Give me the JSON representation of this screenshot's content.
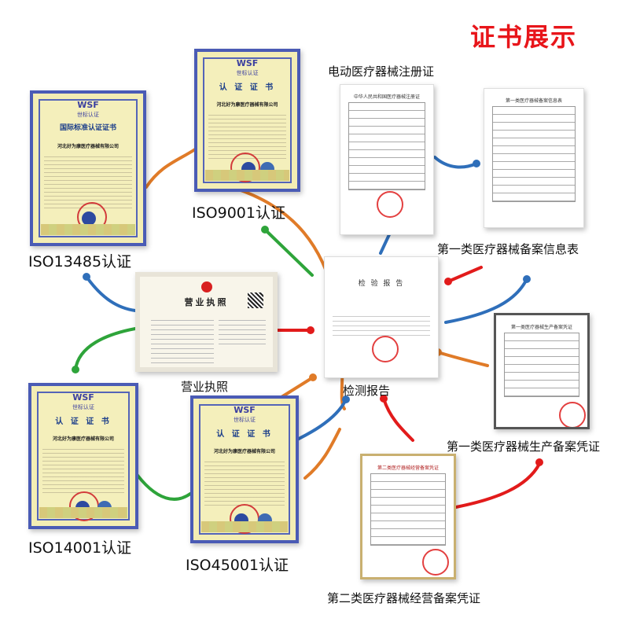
{
  "heading": "证书展示",
  "labels": {
    "iso9001": "ISO9001认证",
    "iso13485": "ISO13485认证",
    "business_license": "营业执照",
    "test_report": "检测报告",
    "iso14001": "ISO14001认证",
    "iso45001": "ISO45001认证",
    "electric_device_registration": "电动医疗器械注册证",
    "class1_record_info": "第一类医疗器械备案信息表",
    "class1_production_record": "第一类医疗器械生产备案凭证",
    "class2_operation_record": "第二类医疗器械经营备案凭证"
  },
  "cards": {
    "iso_logo": "WSF",
    "iso_logo_sub": "世标认证",
    "iso_title_standard": "国际标准认证证书",
    "iso_title_cert": "认 证 证 书",
    "iso_company": "河北好为康医疗器械有限公司",
    "license_title": "营业执照",
    "report_title": "检 验 报 告",
    "registration_title": "中华人民共和国医疗器械注册证",
    "record_info_title": "第一类医疗器械备案信息表",
    "production_record_title": "第一类医疗器械生产备案凭证",
    "operation_record_title": "第二类医疗器械经营备案凭证"
  },
  "colors": {
    "heading": "#e8151a",
    "orange": "#e07b28",
    "blue": "#2f6fba",
    "green": "#2ea43a",
    "red": "#e21b1b",
    "iso_border": "#4a5bb5",
    "iso_paper": "#f3edb4"
  }
}
